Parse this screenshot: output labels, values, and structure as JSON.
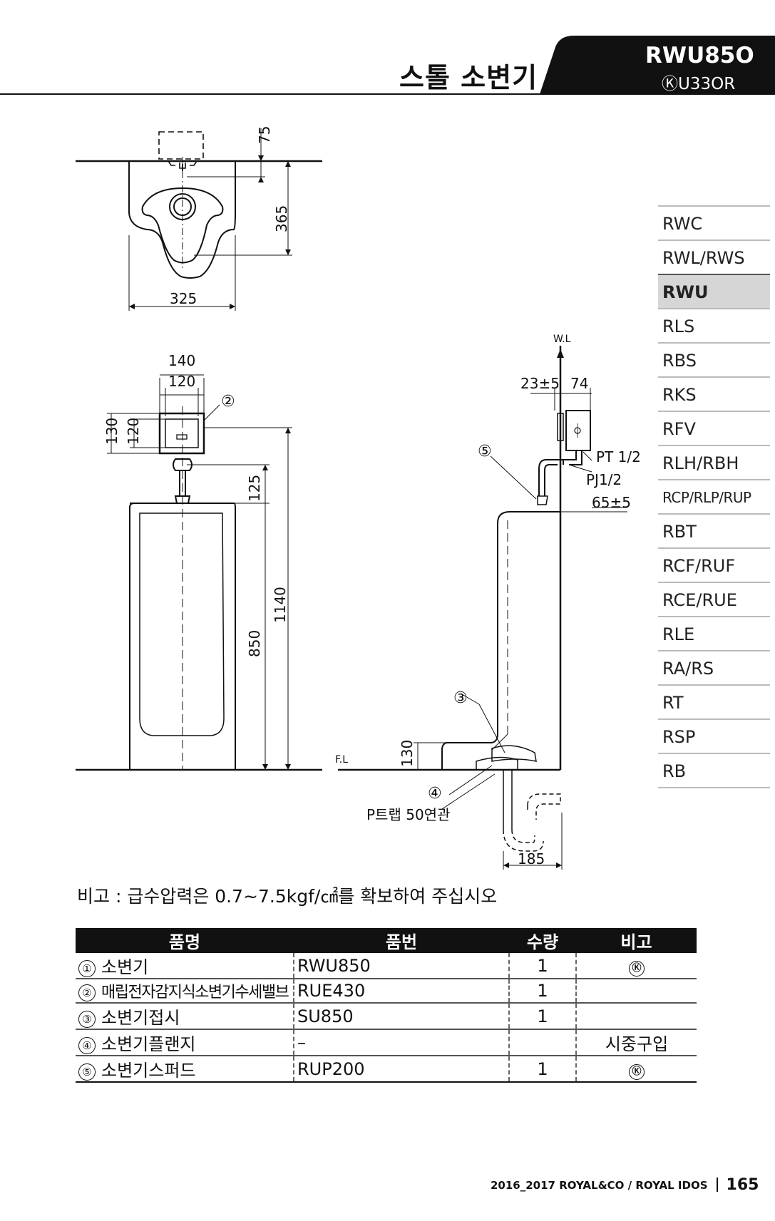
{
  "header": {
    "title": "스톨 소변기",
    "model": "RWU85O",
    "sub_model": "ⓀU33OR",
    "tab_color": "#111111"
  },
  "side_nav": {
    "items": [
      {
        "label": "RWC"
      },
      {
        "label": "RWL/RWS"
      },
      {
        "label": "RWU",
        "active": true
      },
      {
        "label": "RLS"
      },
      {
        "label": "RBS"
      },
      {
        "label": "RKS"
      },
      {
        "label": "RFV"
      },
      {
        "label": "RLH/RBH"
      },
      {
        "label": "RCP/RLP/RUP"
      },
      {
        "label": "RBT"
      },
      {
        "label": "RCF/RUF"
      },
      {
        "label": "RCE/RUE"
      },
      {
        "label": "RLE"
      },
      {
        "label": "RA/RS"
      },
      {
        "label": "RT"
      },
      {
        "label": "RSP"
      },
      {
        "label": "RB"
      }
    ],
    "active_color": "#d6d6d6"
  },
  "drawing": {
    "dims": {
      "d75": "75",
      "d365": "365",
      "d325": "325",
      "d140": "140",
      "d120w": "120",
      "d130": "130",
      "d120h": "120",
      "d125": "125",
      "d850": "850",
      "d1140": "1140",
      "d23": "23±5",
      "d74": "74",
      "d65": "65±5",
      "d130floor": "130",
      "d185": "185"
    },
    "labels": {
      "wl": "W.L",
      "fl": "F.L",
      "pt": "PT 1/2",
      "pj": "PJ1/2",
      "ptrap": "P트랩 50연관"
    },
    "callouts": [
      "②",
      "⑤",
      "③",
      "④"
    ]
  },
  "note": "비고 : 급수압력은 0.7~7.5kgf/㎠를 확보하여 주십시오",
  "table": {
    "headers": [
      "품명",
      "품번",
      "수량",
      "비고"
    ],
    "rows": [
      {
        "no": "①",
        "name": "소변기",
        "code": "RWU850",
        "qty": "1",
        "remark": "Ⓚ"
      },
      {
        "no": "②",
        "name": "매립전자감지식소변기수세밸브",
        "code": "RUE430",
        "qty": "1",
        "remark": ""
      },
      {
        "no": "③",
        "name": "소변기접시",
        "code": "SU850",
        "qty": "1",
        "remark": ""
      },
      {
        "no": "④",
        "name": "소변기플랜지",
        "code": "–",
        "qty": "",
        "remark": "시중구입"
      },
      {
        "no": "⑤",
        "name": "소변기스퍼드",
        "code": "RUP200",
        "qty": "1",
        "remark": "Ⓚ"
      }
    ]
  },
  "footer": {
    "text": "2016_2017 ROYAL&CO / ROYAL IDOS",
    "page": "165"
  }
}
